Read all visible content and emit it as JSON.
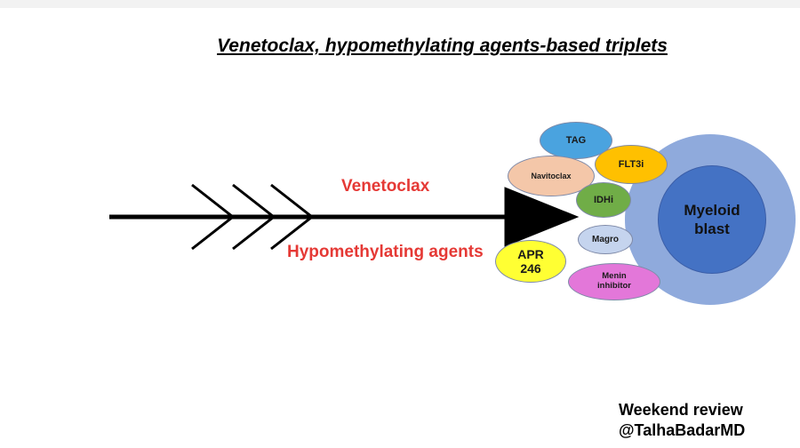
{
  "title": "Venetoclax, hypomethylating agents-based triplets",
  "arrow": {
    "upper_label": "Venetoclax",
    "lower_label": "Hypomethylating agents"
  },
  "target": {
    "label_line1": "Myeloid",
    "label_line2": "blast"
  },
  "agents": [
    {
      "id": "tag",
      "label": "TAG",
      "color": "#4aa3df"
    },
    {
      "id": "navitoclax",
      "label": "Navitoclax",
      "color": "#f4c7a9"
    },
    {
      "id": "flt3i",
      "label": "FLT3i",
      "color": "#ffc000"
    },
    {
      "id": "idhi",
      "label": "IDHi",
      "color": "#70ad47"
    },
    {
      "id": "magro",
      "label": "Magro",
      "color": "#c5d4ee"
    },
    {
      "id": "apr246",
      "label_line1": "APR",
      "label_line2": "246",
      "color": "#ffff33"
    },
    {
      "id": "menin",
      "label_line1": "Menin",
      "label_line2": "inhibitor",
      "color": "#e377d9"
    }
  ],
  "colors": {
    "label_red": "#e53935",
    "arrow": "#000000",
    "outer_ring": "#8faadc",
    "inner_cell": "#4472c4"
  },
  "credit": {
    "line1": "Weekend review",
    "line2": "@TalhaBadarMD"
  }
}
